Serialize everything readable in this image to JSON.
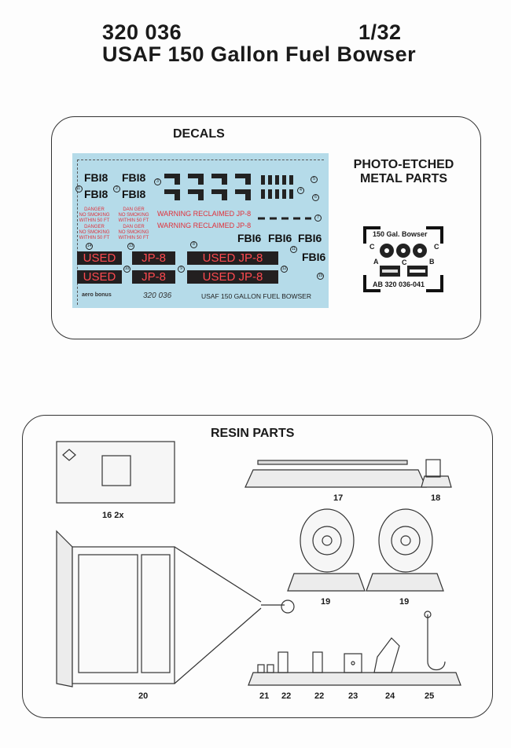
{
  "header": {
    "product_number": "320 036",
    "scale": "1/32",
    "title": "USAF 150 Gallon Fuel Bowser"
  },
  "decals": {
    "heading": "DECALS",
    "fb18": "FBI8",
    "fb16": "FBI6",
    "danger": "DANGER",
    "danger_split": "DAN GER",
    "danger_sub": "NO SMOKING WITHIN 50 FT",
    "warning": "WARNING RECLAIMED JP-8",
    "used": "USED",
    "jp8": "JP-8",
    "used_jp8": "USED JP-8",
    "brand_logo": "aero bonus",
    "sheet_number": "320 036",
    "sheet_title": "USAF 150 GALLON FUEL BOWSER",
    "numbers": [
      "1",
      "2",
      "3",
      "4",
      "5",
      "6",
      "7",
      "8",
      "9",
      "10",
      "11",
      "12",
      "13",
      "14",
      "15"
    ]
  },
  "photo_etched": {
    "heading_line1": "PHOTO-ETCHED",
    "heading_line2": "METAL PARTS",
    "fret_title": "150 Gal. Bowser",
    "fret_code": "AB 320 036-041",
    "part_labels": [
      "A",
      "B",
      "C"
    ]
  },
  "resin": {
    "heading": "RESIN PARTS",
    "labels": {
      "p16": "16 2x",
      "p17": "17",
      "p18": "18",
      "p19a": "19",
      "p19b": "19",
      "p20": "20",
      "p21": "21",
      "p22a": "22",
      "p22b": "22",
      "p23": "23",
      "p24": "24",
      "p25": "25"
    }
  }
}
